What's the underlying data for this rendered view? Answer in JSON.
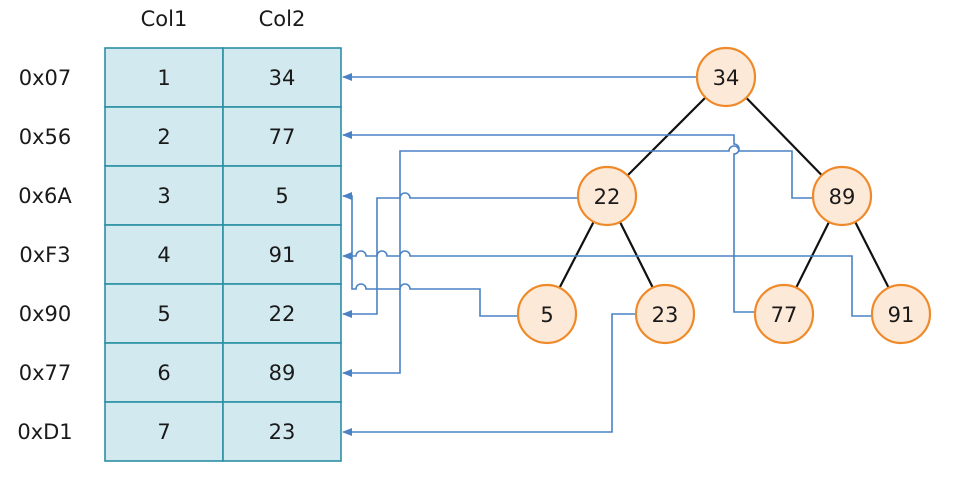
{
  "table": {
    "headers": [
      "Col1",
      "Col2"
    ],
    "rows": [
      {
        "address": "0x07",
        "col1": "1",
        "col2": "34"
      },
      {
        "address": "0x56",
        "col1": "2",
        "col2": "77"
      },
      {
        "address": "0x6A",
        "col1": "3",
        "col2": "5"
      },
      {
        "address": "0xF3",
        "col1": "4",
        "col2": "91"
      },
      {
        "address": "0x90",
        "col1": "5",
        "col2": "22"
      },
      {
        "address": "0x77",
        "col1": "6",
        "col2": "89"
      },
      {
        "address": "0xD1",
        "col1": "7",
        "col2": "23"
      }
    ]
  },
  "tree": {
    "nodes": [
      {
        "label": "34",
        "points_to_row": 0
      },
      {
        "label": "22",
        "points_to_row": 4
      },
      {
        "label": "89",
        "points_to_row": 5
      },
      {
        "label": "5",
        "points_to_row": 2
      },
      {
        "label": "23",
        "points_to_row": 6
      },
      {
        "label": "77",
        "points_to_row": 1
      },
      {
        "label": "91",
        "points_to_row": 3
      }
    ],
    "edges": [
      {
        "from": "34",
        "to": "22"
      },
      {
        "from": "34",
        "to": "89"
      },
      {
        "from": "22",
        "to": "5"
      },
      {
        "from": "22",
        "to": "23"
      },
      {
        "from": "89",
        "to": "77"
      },
      {
        "from": "89",
        "to": "91"
      }
    ]
  },
  "colors": {
    "cell_fill": "#d3e9f0",
    "cell_border": "#2b8fa3",
    "node_fill": "#fde9d8",
    "node_border": "#ef8a2a",
    "pointer_line": "#4a82c4",
    "tree_edge": "#111111"
  }
}
